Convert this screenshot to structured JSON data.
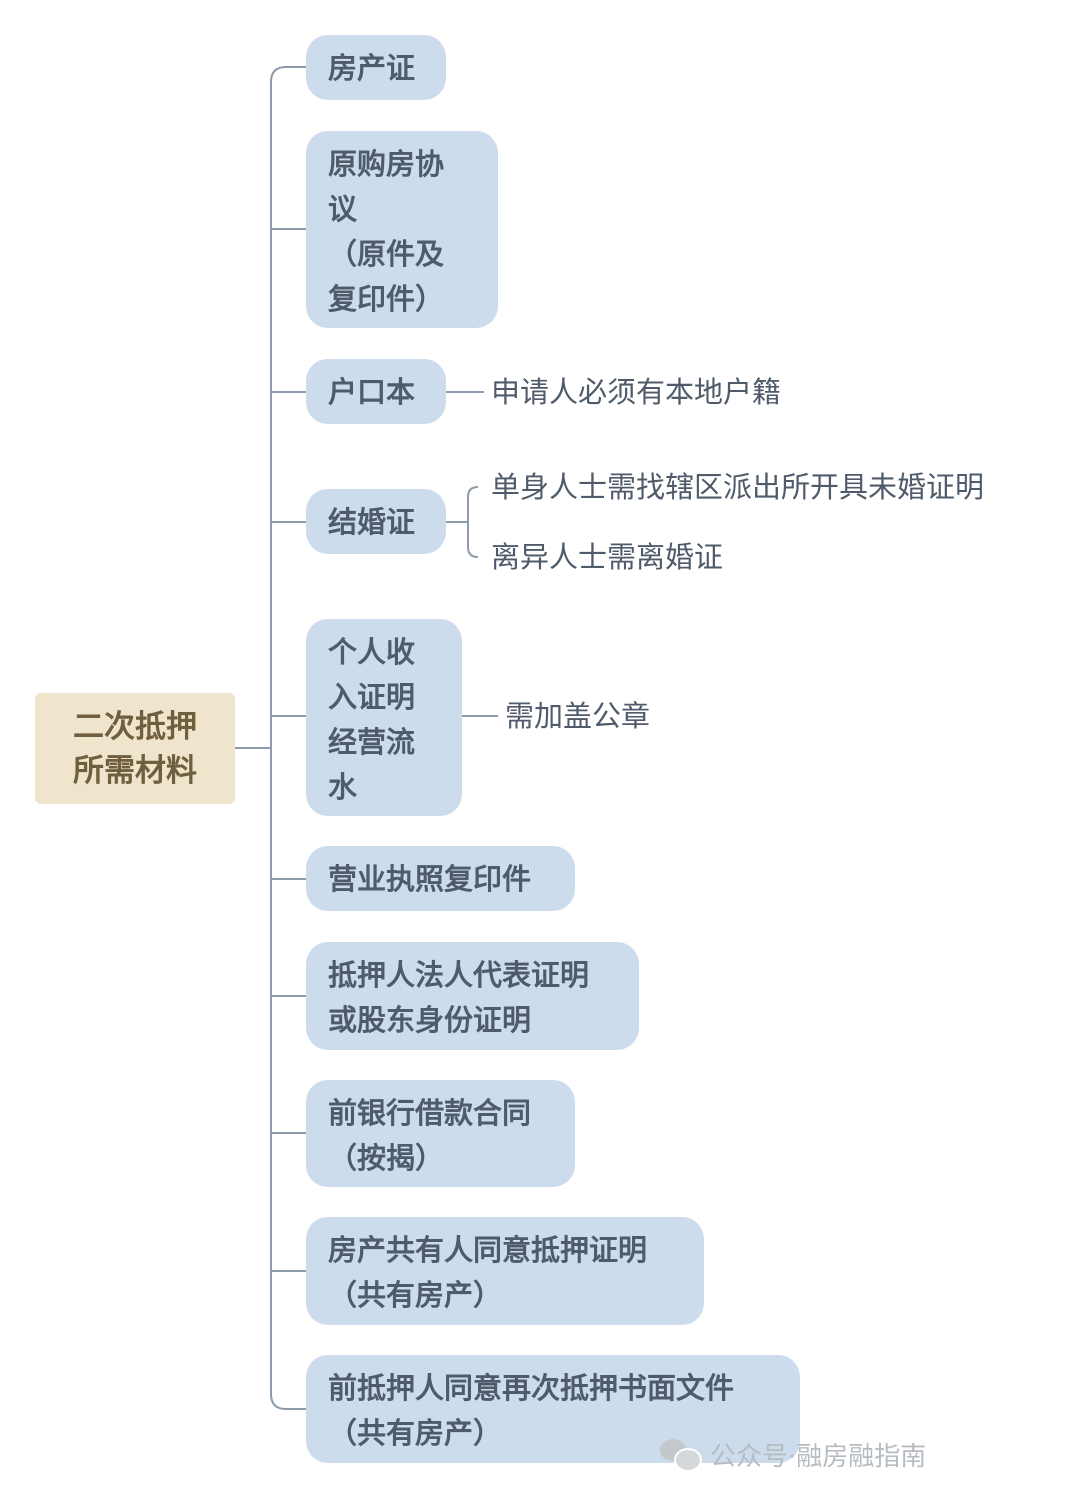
{
  "root": {
    "label": "二次抵押\n所需材料"
  },
  "branches": [
    {
      "label": "房产证"
    },
    {
      "label": "原购房协\n议\n（原件及\n复印件）"
    },
    {
      "label": "户口本"
    },
    {
      "label": "结婚证"
    },
    {
      "label": "个人收\n入证明\n经营流\n水"
    },
    {
      "label": "营业执照复印件"
    },
    {
      "label": "抵押人法人代表证明\n或股东身份证明"
    },
    {
      "label": "前银行借款合同\n（按揭）"
    },
    {
      "label": "房产共有人同意抵押证明\n（共有房产）"
    },
    {
      "label": "前抵押人同意再次抵押书面文件\n（共有房产）"
    }
  ],
  "leaves": {
    "hukou_note": "申请人必须有本地户籍",
    "marriage_single_note": "单身人士需找辖区派出所开具未婚证明",
    "marriage_divorced_note": "离异人士需离婚证",
    "income_note": "需加盖公章"
  },
  "watermark": {
    "text": "公众号·融房融指南",
    "icon": "wechat-icon"
  },
  "colors": {
    "root_fill": "#efe5cc",
    "root_text": "#6f5f3f",
    "branch_fill": "#ccdcec",
    "text": "#4f5b6a",
    "connector": "#8d9bab"
  }
}
